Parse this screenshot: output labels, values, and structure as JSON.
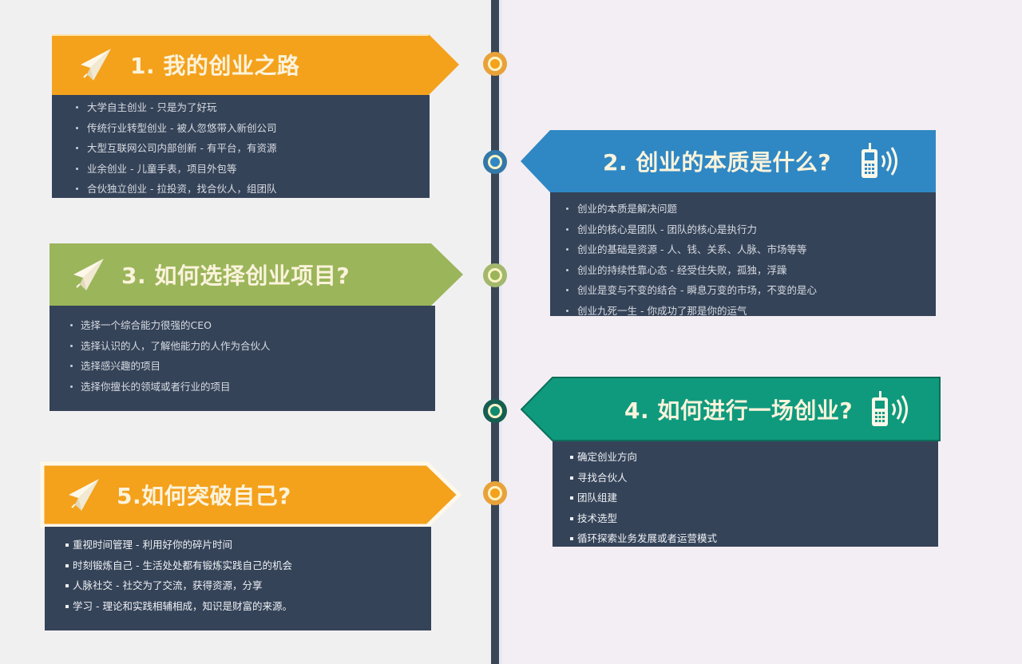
{
  "theme": {
    "spine_color": "#3a4556",
    "body_color": "#354358",
    "orange": "#f4a11c",
    "blue": "#2f88c4",
    "green": "#9bb55a",
    "teal": "#0f9a7d"
  },
  "timeline": {
    "nodes": [
      {
        "id": 1,
        "color": "#f4a11c",
        "ring": "#e8a23a"
      },
      {
        "id": 2,
        "color": "#2f88c4",
        "ring": "#3478a8"
      },
      {
        "id": 3,
        "color": "#9bb55a",
        "ring": "#a3b86c"
      },
      {
        "id": 4,
        "color": "#0f8a70",
        "ring": "#165e52"
      },
      {
        "id": 5,
        "color": "#f4a11c",
        "ring": "#e8a23a"
      }
    ]
  },
  "sections": [
    {
      "number": "1",
      "title": "1. 我的创业之路",
      "icon": "paper-plane-icon",
      "items": [
        "大学自主创业 - 只是为了好玩",
        "传统行业转型创业 - 被人忽悠带入新创公司",
        "大型互联网公司内部创新 - 有平台，有资源",
        "业余创业 - 儿童手表，项目外包等",
        "合伙独立创业 - 拉投资，找合伙人，组团队"
      ]
    },
    {
      "number": "2",
      "title": "2. 创业的本质是什么?",
      "icon": "mobile-phone-signal-icon",
      "items": [
        "创业的本质是解决问题",
        "创业的核心是团队 - 团队的核心是执行力",
        "创业的基础是资源 - 人、钱、关系、人脉、市场等等",
        "创业的持续性靠心态 - 经受住失败，孤独，浮躁",
        "创业是变与不变的结合 - 瞬息万变的市场，不变的是心",
        "创业九死一生 - 你成功了那是你的运气"
      ]
    },
    {
      "number": "3",
      "title": "3. 如何选择创业项目?",
      "icon": "paper-plane-icon",
      "items": [
        "选择一个综合能力很强的CEO",
        "选择认识的人，了解他能力的人作为合伙人",
        "选择感兴趣的项目",
        "选择你擅长的领域或者行业的项目"
      ]
    },
    {
      "number": "4",
      "title": "4. 如何进行一场创业?",
      "icon": "mobile-phone-signal-icon",
      "items": [
        "确定创业方向",
        "寻找合伙人",
        "团队组建",
        "技术选型",
        "循环探索业务发展或者运营模式"
      ]
    },
    {
      "number": "5",
      "title": "5.如何突破自己?",
      "icon": "paper-plane-icon",
      "items": [
        "重视时间管理 - 利用好你的碎片时间",
        "时刻锻炼自己 - 生活处处都有锻炼实践自己的机会",
        "人脉社交 - 社交为了交流，获得资源，分享",
        "学习 - 理论和实践相辅相成，知识是财富的来源。"
      ]
    }
  ]
}
